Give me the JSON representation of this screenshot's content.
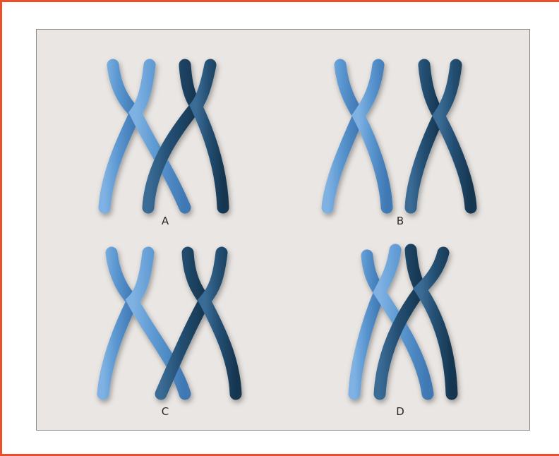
{
  "figure": {
    "panels": [
      {
        "id": "A",
        "label": "A",
        "chromatid_color": "#4f87c4",
        "partner_color": "#1f4e72"
      },
      {
        "id": "B",
        "label": "B",
        "chromatid_color": "#4f87c4",
        "partner_color": "#1f4e72"
      },
      {
        "id": "C",
        "label": "C",
        "chromatid_color": "#4f87c4",
        "partner_color": "#1f4e72"
      },
      {
        "id": "D",
        "label": "D",
        "chromatid_color": "#4f87c4",
        "partner_color": "#1f4e72"
      }
    ],
    "colors": {
      "frame": "#e8512a",
      "background": "#e9e6e3",
      "light_chromosome": "#5a96d0",
      "dark_chromosome": "#244f73"
    }
  }
}
